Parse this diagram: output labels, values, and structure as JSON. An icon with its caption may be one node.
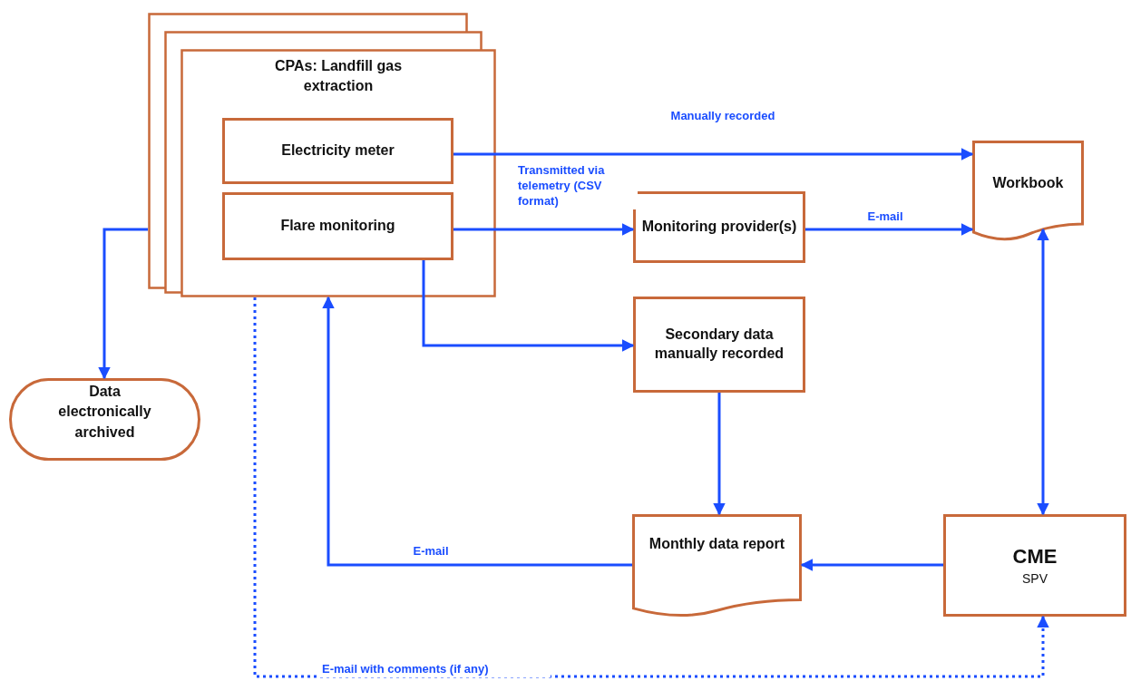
{
  "diagram": {
    "nodes": [
      {
        "text": [
          "CPAs: Landfill gas extraction"
        ]
      },
      {
        "text": [
          "Electricity meter"
        ],
        "in": 0
      },
      {
        "text": [
          "Flare monitoring"
        ],
        "in": 0
      },
      {
        "text": [
          "Monitoring provider(s)"
        ]
      },
      {
        "text": [
          "Workbook"
        ]
      },
      {
        "text": [
          "Secondary data manually recorded"
        ]
      },
      {
        "text": [
          "Data electronically archived"
        ]
      },
      {
        "text": [
          "Monthly data report"
        ]
      },
      {
        "text": [
          "CME",
          "SPV"
        ]
      }
    ],
    "edges": [
      {
        "from": 1,
        "to": 4,
        "arrow": "to",
        "label": "Manually recorded"
      },
      {
        "from": 2,
        "to": 3,
        "arrow": "to",
        "label": "Transmitted via telemetry (CSV format)"
      },
      {
        "from": 3,
        "to": 4,
        "arrow": "to",
        "label": "E-mail"
      },
      {
        "from": 2,
        "to": 5,
        "arrow": "to"
      },
      {
        "from": 0,
        "to": 6,
        "arrow": "to"
      },
      {
        "from": 5,
        "to": 7,
        "arrow": "to"
      },
      {
        "from": 4,
        "to": 8,
        "arrow": "both"
      },
      {
        "from": 8,
        "to": 7,
        "arrow": "to"
      },
      {
        "from": 7,
        "to": 0,
        "arrow": "to",
        "label": "E-mail"
      },
      {
        "from": 0,
        "to": 8,
        "arrow": "to",
        "label": "E-mail with comments (if any)",
        "style": "dashed"
      }
    ]
  }
}
